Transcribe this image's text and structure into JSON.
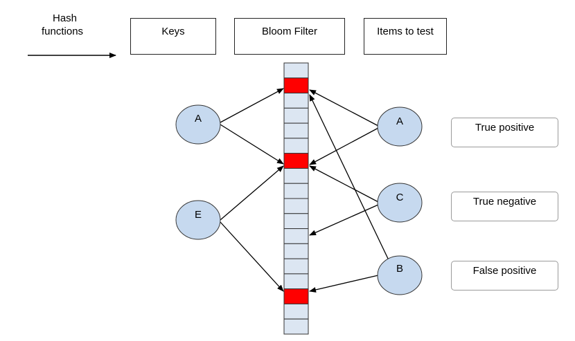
{
  "legend": {
    "hash_label_line1": "Hash",
    "hash_label_line2": "functions"
  },
  "headers": {
    "keys": "Keys",
    "bloom_filter": "Bloom Filter",
    "items_to_test": "Items to test"
  },
  "keys": [
    {
      "label": "A"
    },
    {
      "label": "E"
    }
  ],
  "test_items": [
    {
      "label": "A",
      "result": "True positive"
    },
    {
      "label": "C",
      "result": "True negative"
    },
    {
      "label": "B",
      "result": "False positive"
    }
  ],
  "bloom_filter": {
    "cell_count": 18,
    "set_bits": [
      1,
      6,
      15
    ],
    "set_color": "#ff0000",
    "empty_color": "#dce6f2"
  },
  "colors": {
    "node_fill": "#c6d9ef",
    "line": "#000000"
  }
}
